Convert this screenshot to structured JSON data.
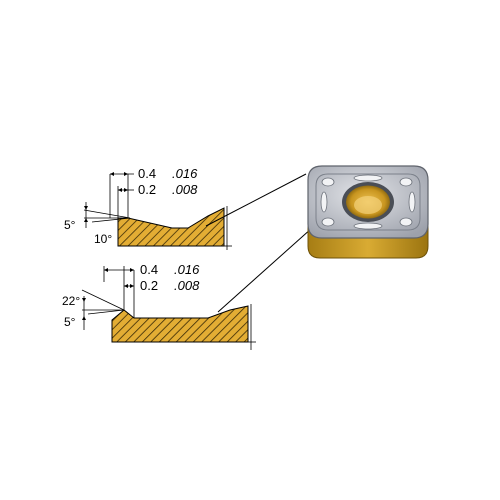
{
  "profile_top": {
    "dim_outer_metric": "0.4",
    "dim_outer_inch": ".016",
    "dim_inner_metric": "0.2",
    "dim_inner_inch": ".008",
    "angle_outer": "5°",
    "angle_inner": "10°"
  },
  "profile_bottom": {
    "dim_outer_metric": "0.4",
    "dim_outer_inch": ".016",
    "dim_inner_metric": "0.2",
    "dim_inner_inch": ".008",
    "angle_outer": "22°",
    "angle_inner": "5°"
  },
  "colors": {
    "material_fill": "#e3ad34",
    "hatch": "#3a2a06",
    "insert_gold": "#c79a22",
    "insert_gold_dark": "#8f6a10",
    "insert_top": "#c9ccd3",
    "insert_top_dark": "#8a8e98",
    "hole_gold": "#d8a93a"
  }
}
